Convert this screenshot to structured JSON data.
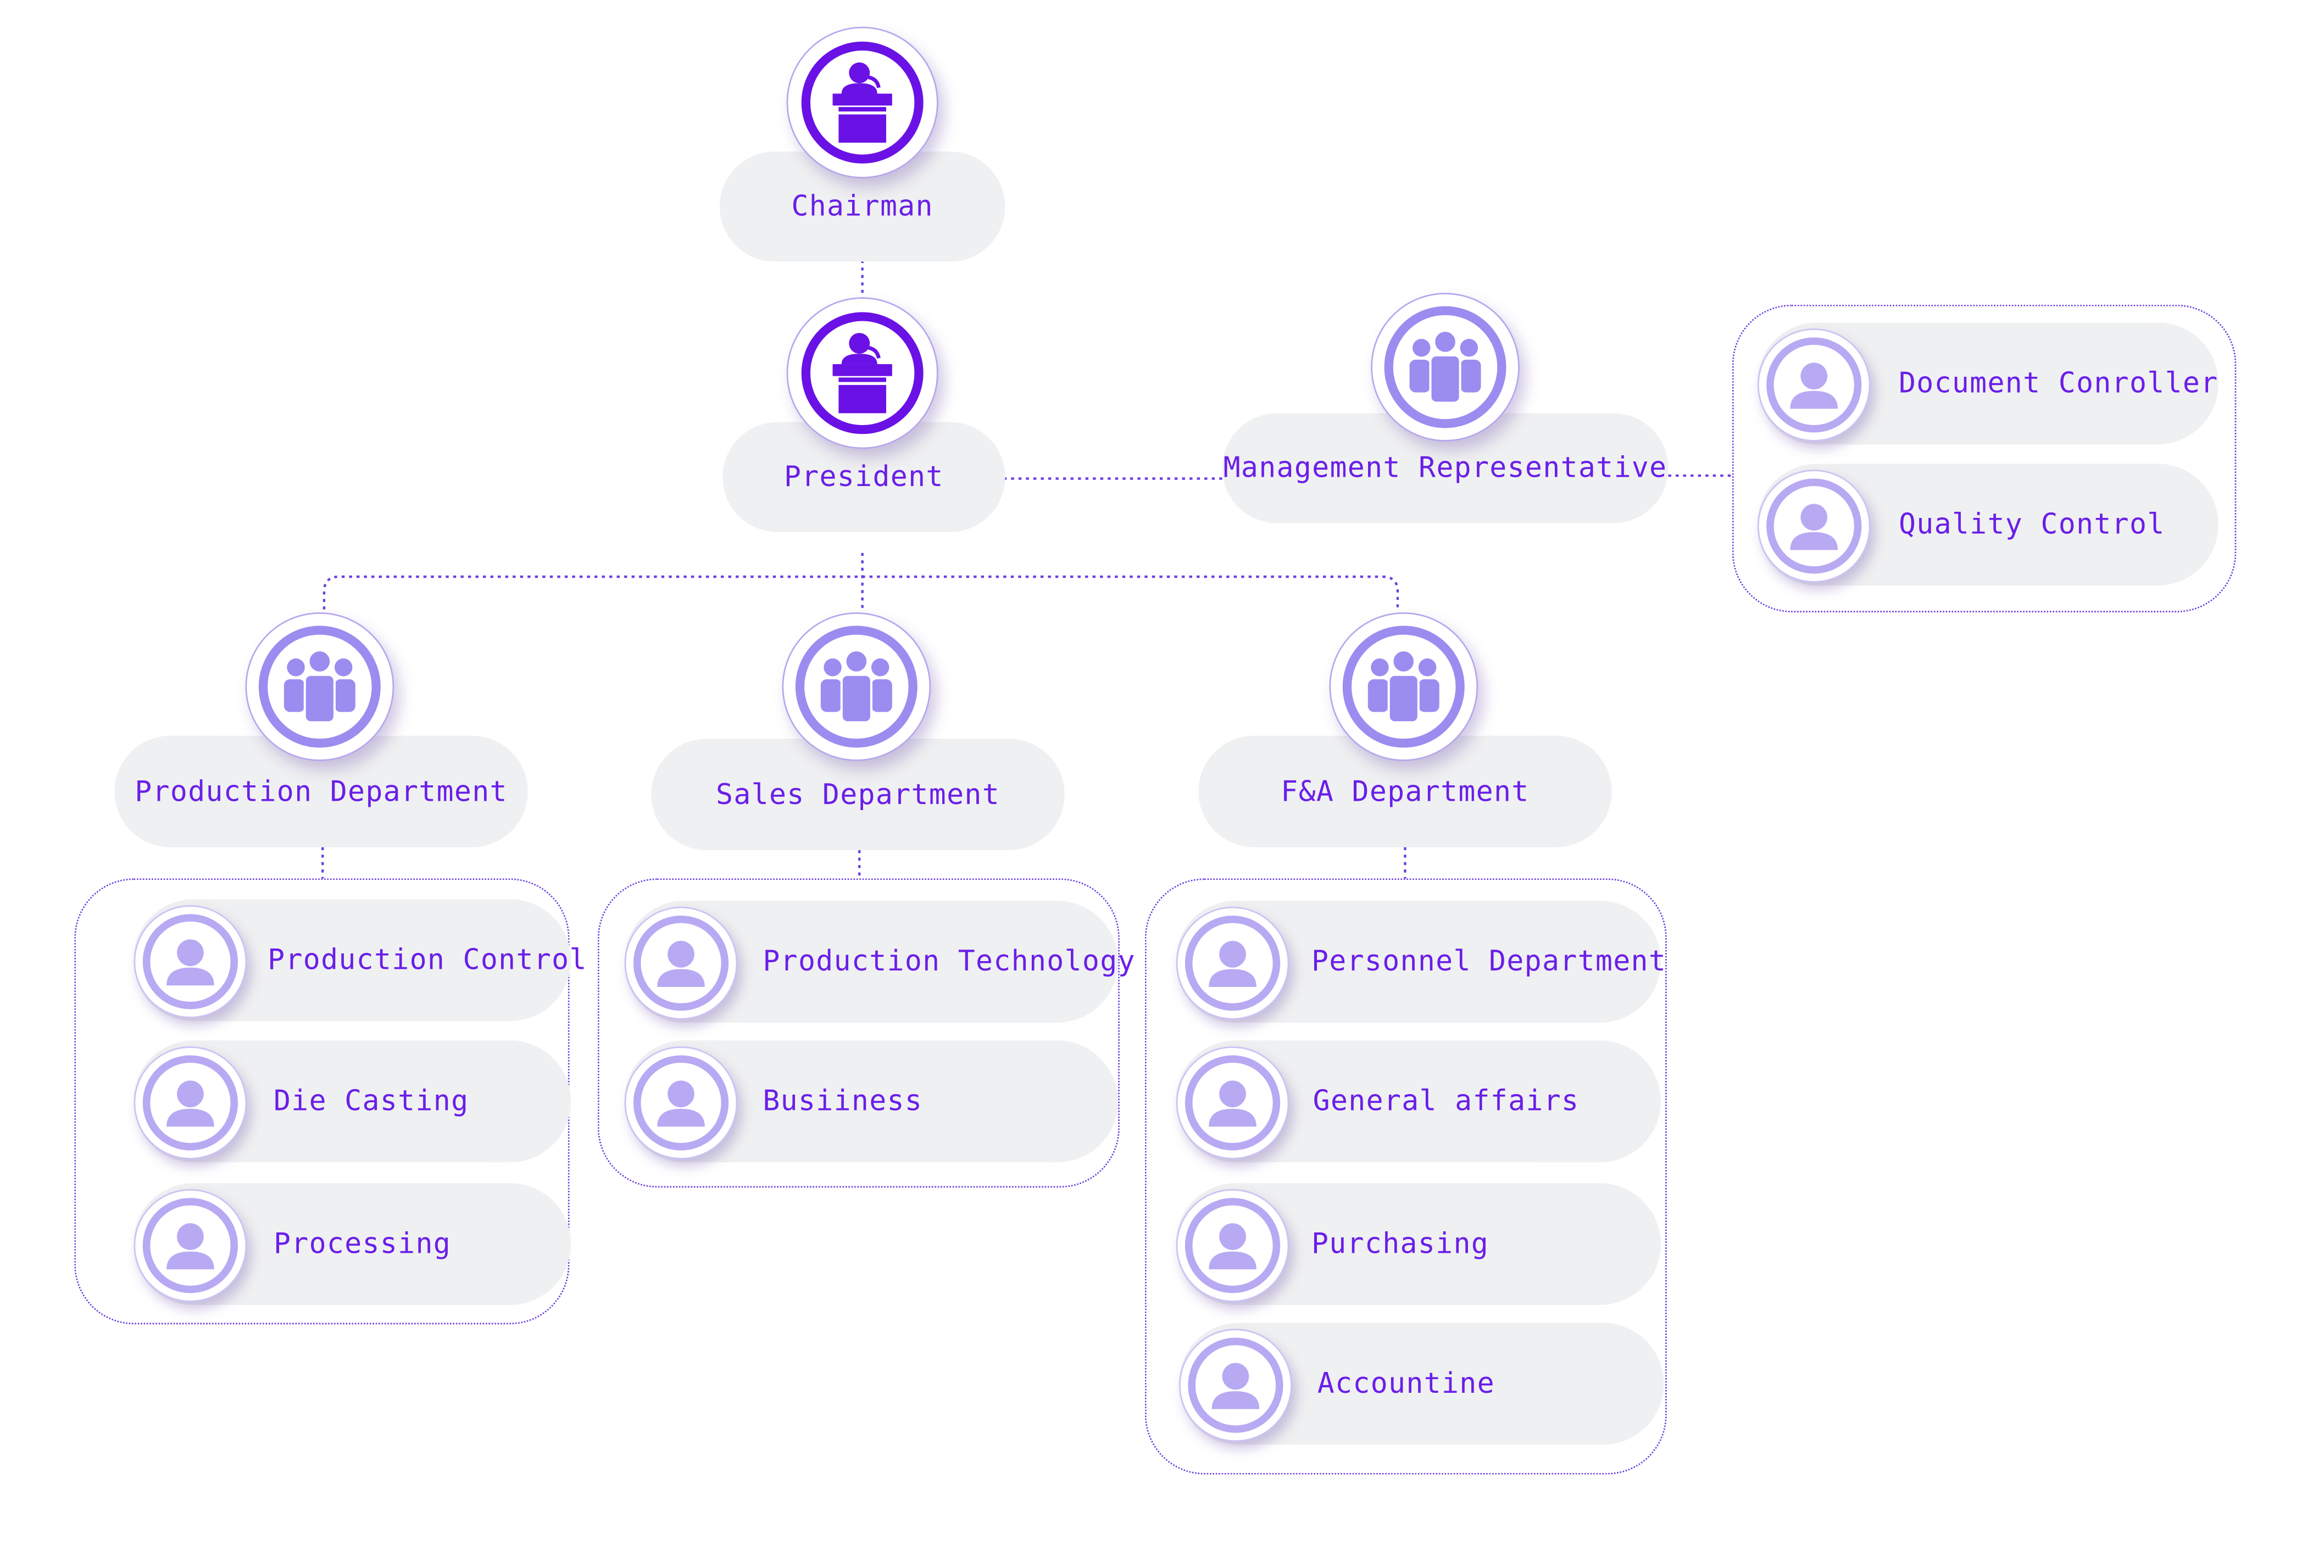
{
  "colors": {
    "accent": "#6a1ee8",
    "exec_ring": "#6a11e6",
    "group_ring": "#9b8cf0",
    "avatar_fill": "#b8a9f3",
    "pill_bg": "#eff0f1",
    "connector": "#6a3fe0"
  },
  "executives": {
    "chairman": {
      "label": "Chairman",
      "icon": "podium-speaker-icon"
    },
    "president": {
      "label": "President",
      "icon": "podium-speaker-icon"
    }
  },
  "management_representative": {
    "label": "Management Representative",
    "icon": "group-people-icon",
    "units": [
      {
        "label": "Document Conroller",
        "icon": "person-avatar-icon"
      },
      {
        "label": "Quality Control",
        "icon": "person-avatar-icon"
      }
    ]
  },
  "departments": [
    {
      "label": "Production Department",
      "icon": "group-people-icon",
      "units": [
        {
          "label": "Production Control",
          "icon": "person-avatar-icon"
        },
        {
          "label": "Die Casting",
          "icon": "person-avatar-icon"
        },
        {
          "label": "Processing",
          "icon": "person-avatar-icon"
        }
      ]
    },
    {
      "label": "Sales Department",
      "icon": "group-people-icon",
      "units": [
        {
          "label": "Production Technology",
          "icon": "person-avatar-icon"
        },
        {
          "label": "Busiiness",
          "icon": "person-avatar-icon"
        }
      ]
    },
    {
      "label": "F&A Department",
      "icon": "group-people-icon",
      "units": [
        {
          "label": "Personnel Department",
          "icon": "person-avatar-icon"
        },
        {
          "label": "General affairs",
          "icon": "person-avatar-icon"
        },
        {
          "label": "Purchasing",
          "icon": "person-avatar-icon"
        },
        {
          "label": "Accountine",
          "icon": "person-avatar-icon"
        }
      ]
    }
  ]
}
